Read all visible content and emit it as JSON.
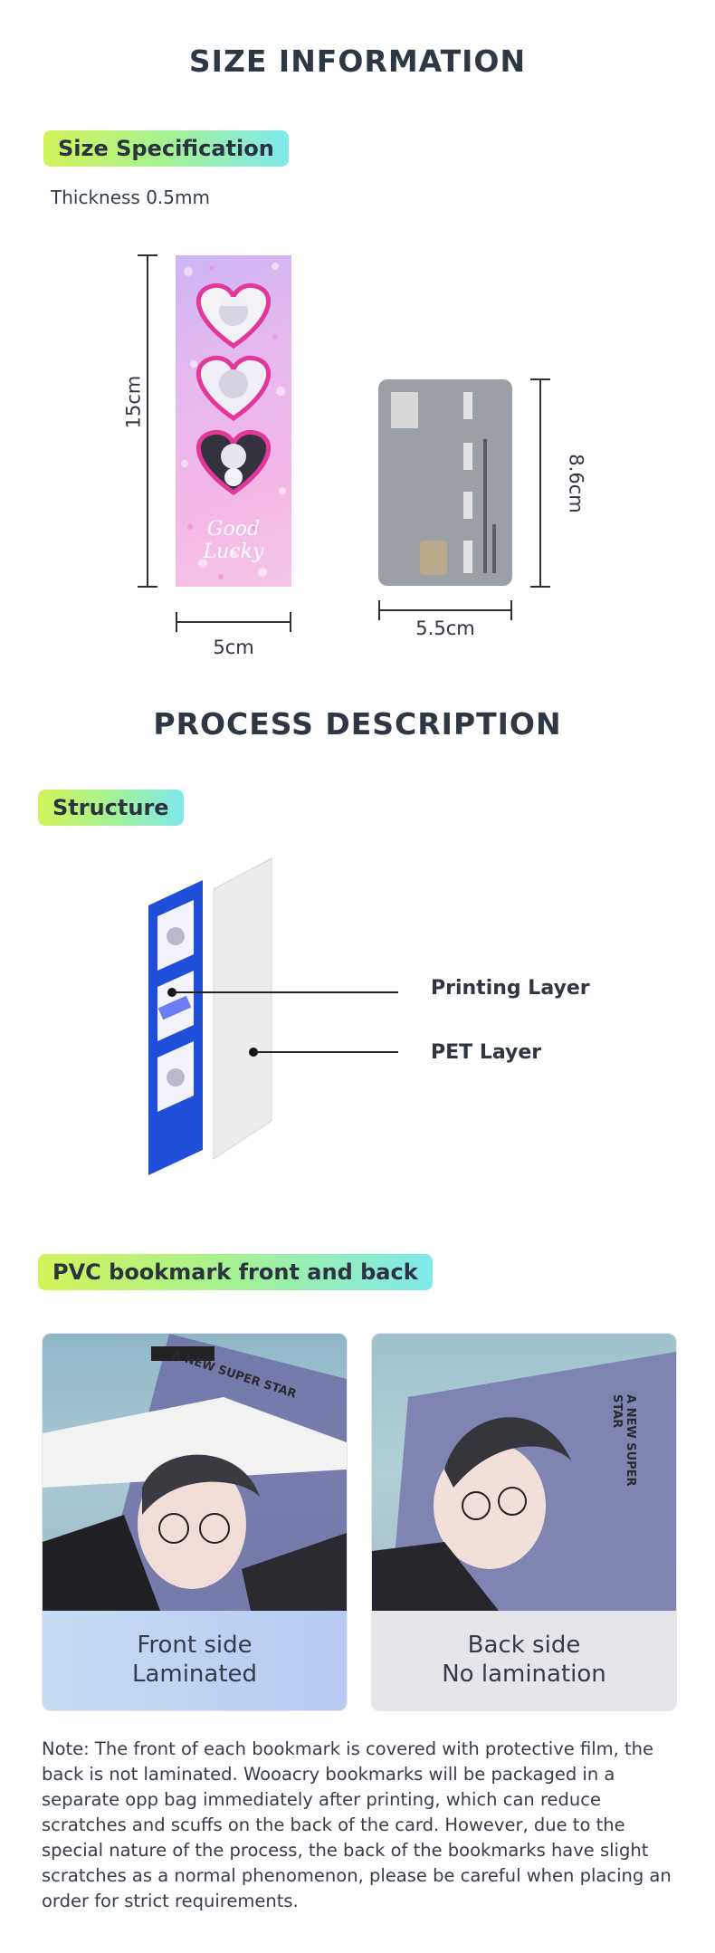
{
  "size_section": {
    "title": "SIZE INFORMATION",
    "spec_tag": "Size Specification",
    "thickness": "Thickness 0.5mm",
    "bookmark_height": "15cm",
    "bookmark_width": "5cm",
    "card_height": "8.6cm",
    "card_width": "5.5cm",
    "bookmark_text": "Good Lucky"
  },
  "process_section": {
    "title": "PROCESS DESCRIPTION",
    "structure_tag": "Structure",
    "printing_layer": "Printing Layer",
    "pet_layer": "PET Layer"
  },
  "pvc_section": {
    "tag": "PVC bookmark front and back",
    "front_line1": "Front side",
    "front_line2": "Laminated",
    "back_line1": "Back side",
    "back_line2": "No lamination",
    "photo_text": "A NEW SUPER STAR"
  },
  "note": "Note: The front of each bookmark is covered with protective film, the back is not laminated. Wooacry bookmarks will be packaged in a separate opp bag immediately after printing, which can reduce scratches and scuffs on the back of the card. However, due to the special nature of the process, the back of the bookmarks have slight scratches as a normal phenomenon, please be careful when placing an order for strict requirements.",
  "colors": {
    "tag_gradient_start": "#d3f35a",
    "tag_gradient_end": "#7fe9ec",
    "card_grey": "#9aa0a6",
    "bookmark_blue": "#1f4fd8",
    "front_caption_bg": "#bcd3f3",
    "back_caption_bg": "#e6e6ea"
  }
}
